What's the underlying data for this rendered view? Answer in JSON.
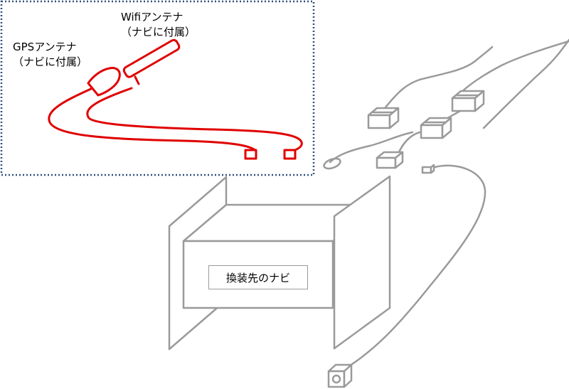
{
  "labels": {
    "gps_line1": "GPSアンテナ",
    "gps_line2": "（ナビに付属）",
    "wifi_line1": "Wifiアンテナ",
    "wifi_line2": "（ナビに付属）",
    "navigation_unit": "換装先のナビ"
  },
  "colors": {
    "antenna_red": "#e00000",
    "cable_gray": "#9a9a9a",
    "frame_dotted": "#2f4f7f",
    "background": "#ffffff"
  }
}
